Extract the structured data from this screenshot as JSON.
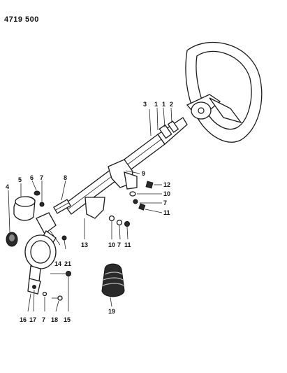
{
  "header": {
    "code": "4719 500"
  },
  "callouts": {
    "c3": "3",
    "c1": "1",
    "c2": "2",
    "c9": "9",
    "c12": "12",
    "c10a": "10",
    "c7a": "7",
    "c11a": "11",
    "c8": "8",
    "c5": "5",
    "c6": "6",
    "c7b": "7",
    "c4": "4",
    "c13": "13",
    "c10b": "10",
    "c7c": "7",
    "c11b": "11",
    "c14": "14",
    "c21": "21",
    "c19": "19",
    "c16": "16",
    "c17": "17",
    "c7d": "7",
    "c18": "18",
    "c15": "15"
  },
  "colors": {
    "ink": "#1a1a1a",
    "paper": "#ffffff"
  }
}
